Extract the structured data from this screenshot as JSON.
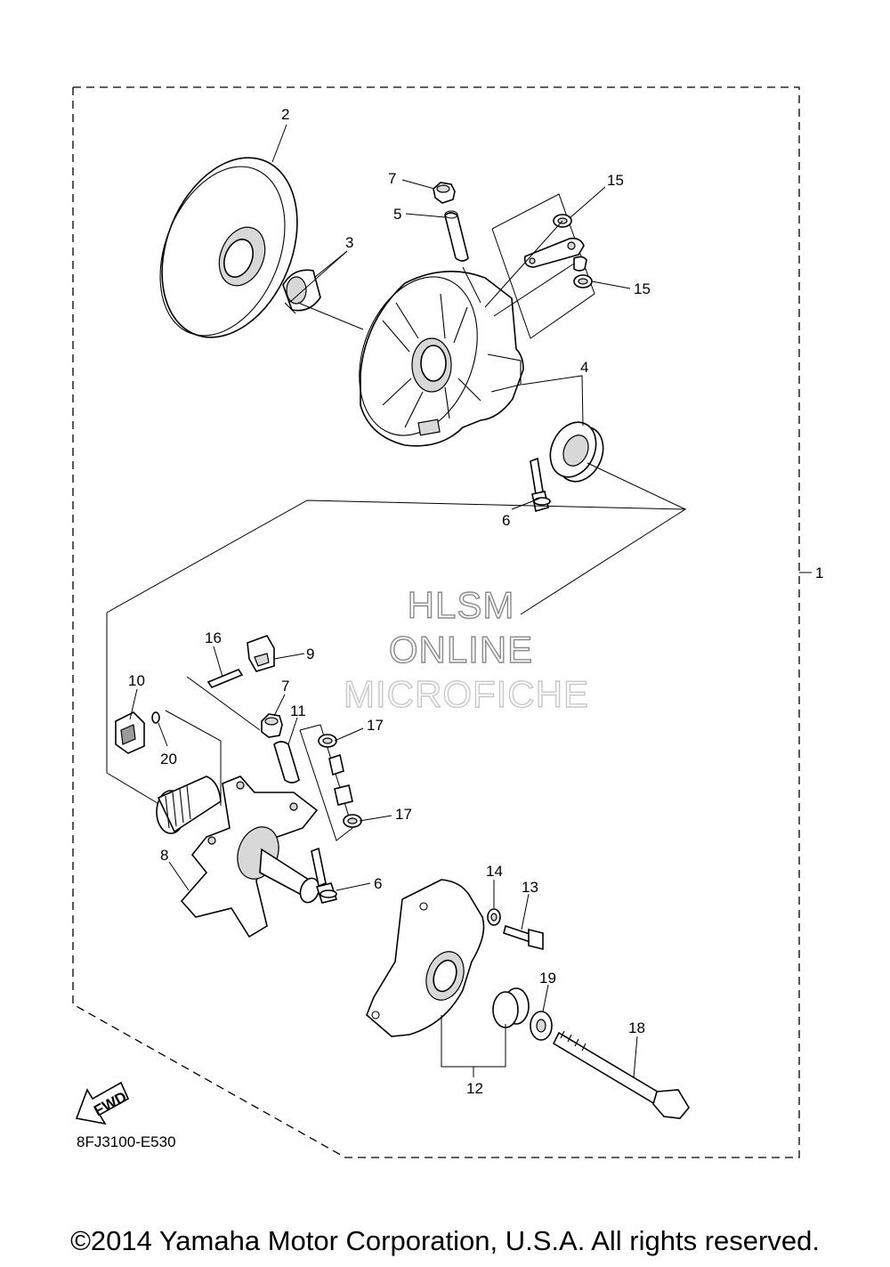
{
  "diagram": {
    "callouts": {
      "c1": "1",
      "c2": "2",
      "c3": "3",
      "c4": "4",
      "c5": "5",
      "c6a": "6",
      "c6b": "6",
      "c7a": "7",
      "c7b": "7",
      "c8": "8",
      "c9": "9",
      "c10": "10",
      "c11": "11",
      "c12": "12",
      "c13": "13",
      "c14": "14",
      "c15a": "15",
      "c15b": "15",
      "c16": "16",
      "c17a": "17",
      "c17b": "17",
      "c18": "18",
      "c19": "19",
      "c20": "20"
    },
    "fwd_label": "FWD",
    "drawing_code": "8FJ3100-E530"
  },
  "watermark": {
    "line1": "HLSM",
    "line2": "ONLINE",
    "line3": "MICROFICHE"
  },
  "footer": {
    "copyright": "©2014 Yamaha Motor Corporation, U.S.A. All rights reserved."
  }
}
